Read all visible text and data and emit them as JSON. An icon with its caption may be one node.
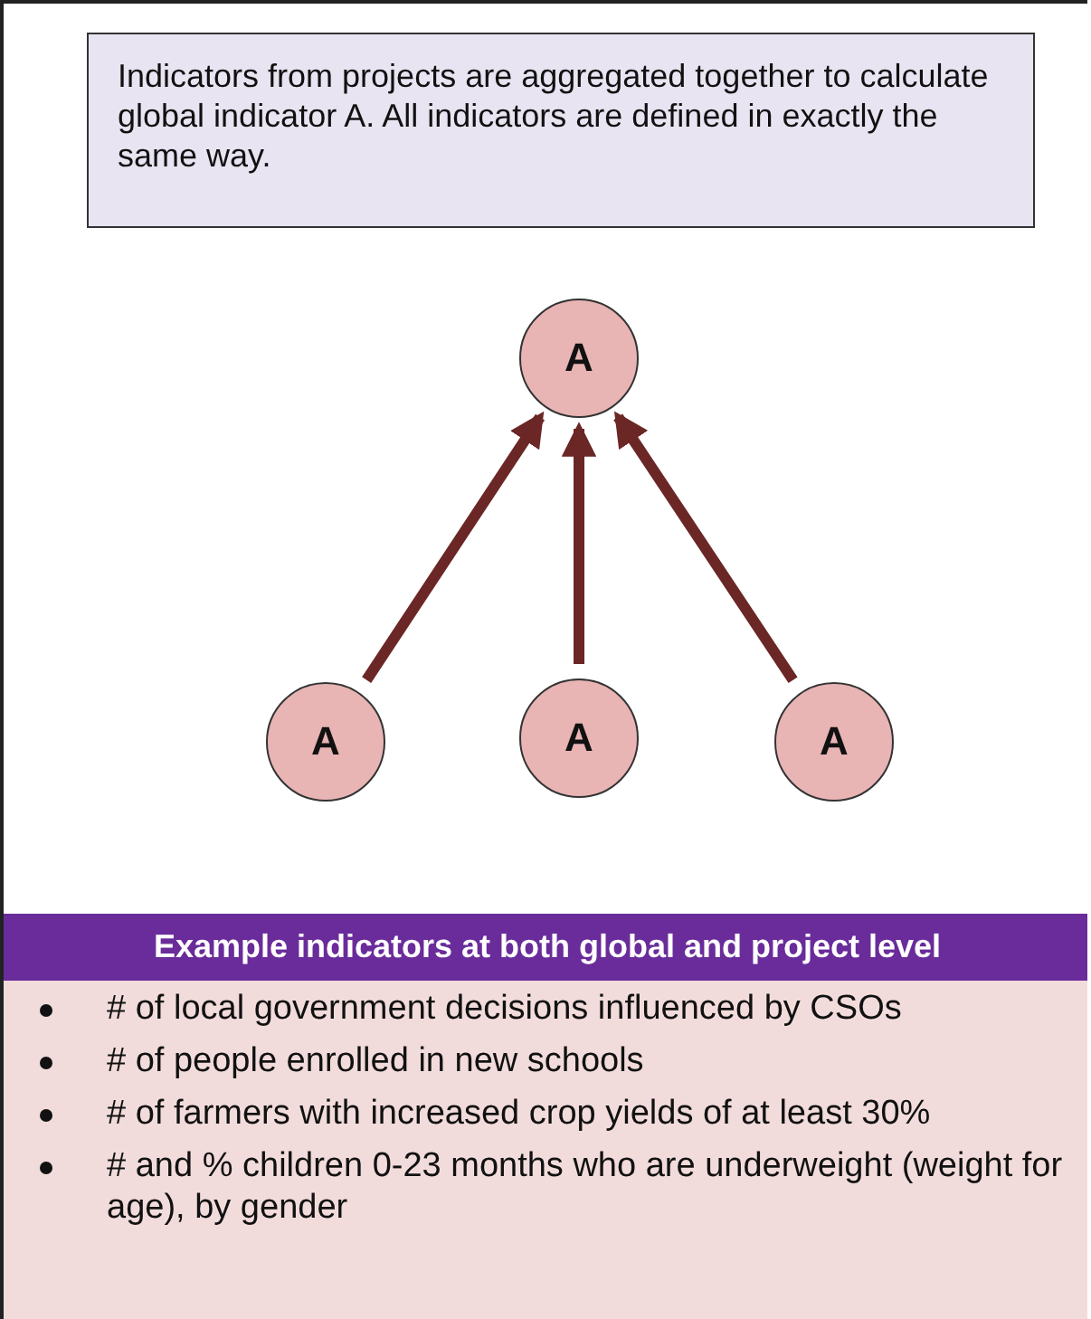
{
  "diagram": {
    "nodes": [
      {
        "text": [
          "Indicators from projects are aggregated together to calculate global indicator A. All indicators are defined in exactly the same way."
        ]
      },
      {
        "text": [
          "A"
        ]
      },
      {
        "text": [
          "A"
        ]
      },
      {
        "text": [
          "A"
        ]
      },
      {
        "text": [
          "A"
        ]
      },
      {
        "text": [
          "Example indicators at both global and project level",
          "# of local government decisions influenced by CSOs",
          "# of people enrolled in new schools",
          "# of farmers with increased crop yields of at least 30%",
          "# and % children 0-23 months who are underweight (weight for age), by gender"
        ]
      }
    ],
    "edges": [
      {
        "from": 2,
        "to": 1,
        "arrow": "to"
      },
      {
        "from": 3,
        "to": 1,
        "arrow": "to"
      },
      {
        "from": 4,
        "to": 1,
        "arrow": "to"
      }
    ]
  }
}
